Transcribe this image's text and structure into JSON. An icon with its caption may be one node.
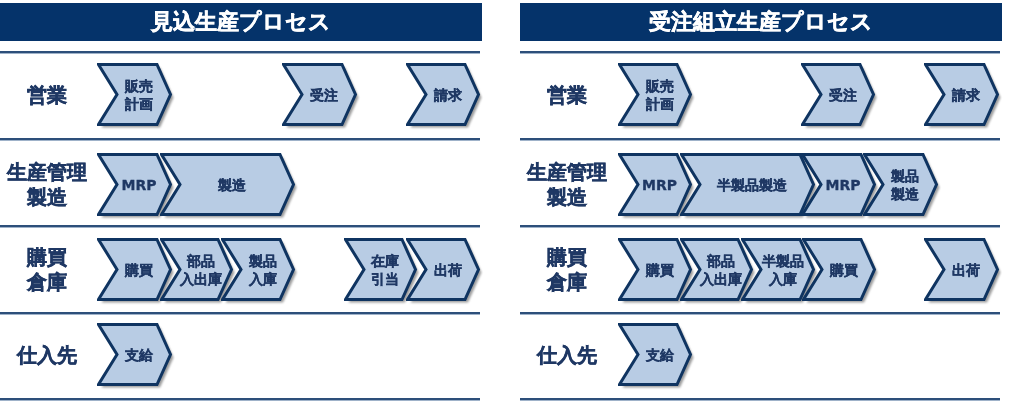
{
  "diagram": {
    "nodes": [
      {
        "text": [
          "見込生産プロセス"
        ]
      },
      {
        "text": [
          "販売計画"
        ]
      },
      {
        "text": [
          "受注"
        ]
      },
      {
        "text": [
          "請求"
        ]
      },
      {
        "text": [
          "MRP"
        ]
      },
      {
        "text": [
          "製造"
        ]
      },
      {
        "text": [
          "購買"
        ]
      },
      {
        "text": [
          "部品入出庫"
        ]
      },
      {
        "text": [
          "製品入庫"
        ]
      },
      {
        "text": [
          "在庫引当"
        ]
      },
      {
        "text": [
          "出荷"
        ]
      },
      {
        "text": [
          "支給"
        ]
      },
      {
        "text": [
          "受注組立生産プロセス"
        ]
      },
      {
        "text": [
          "販売計画"
        ]
      },
      {
        "text": [
          "受注"
        ]
      },
      {
        "text": [
          "請求"
        ]
      },
      {
        "text": [
          "MRP"
        ]
      },
      {
        "text": [
          "半製品製造"
        ]
      },
      {
        "text": [
          "MRP"
        ]
      },
      {
        "text": [
          "製品製造"
        ]
      },
      {
        "text": [
          "購買"
        ]
      },
      {
        "text": [
          "部品入出庫"
        ]
      },
      {
        "text": [
          "半製品入庫"
        ]
      },
      {
        "text": [
          "購買"
        ]
      },
      {
        "text": [
          "出荷"
        ]
      },
      {
        "text": [
          "支給"
        ]
      }
    ],
    "labels": [
      "営業",
      "生産管理製造",
      "購買倉庫",
      "仕入先",
      "営業",
      "生産管理製造",
      "購買倉庫",
      "仕入先"
    ]
  }
}
